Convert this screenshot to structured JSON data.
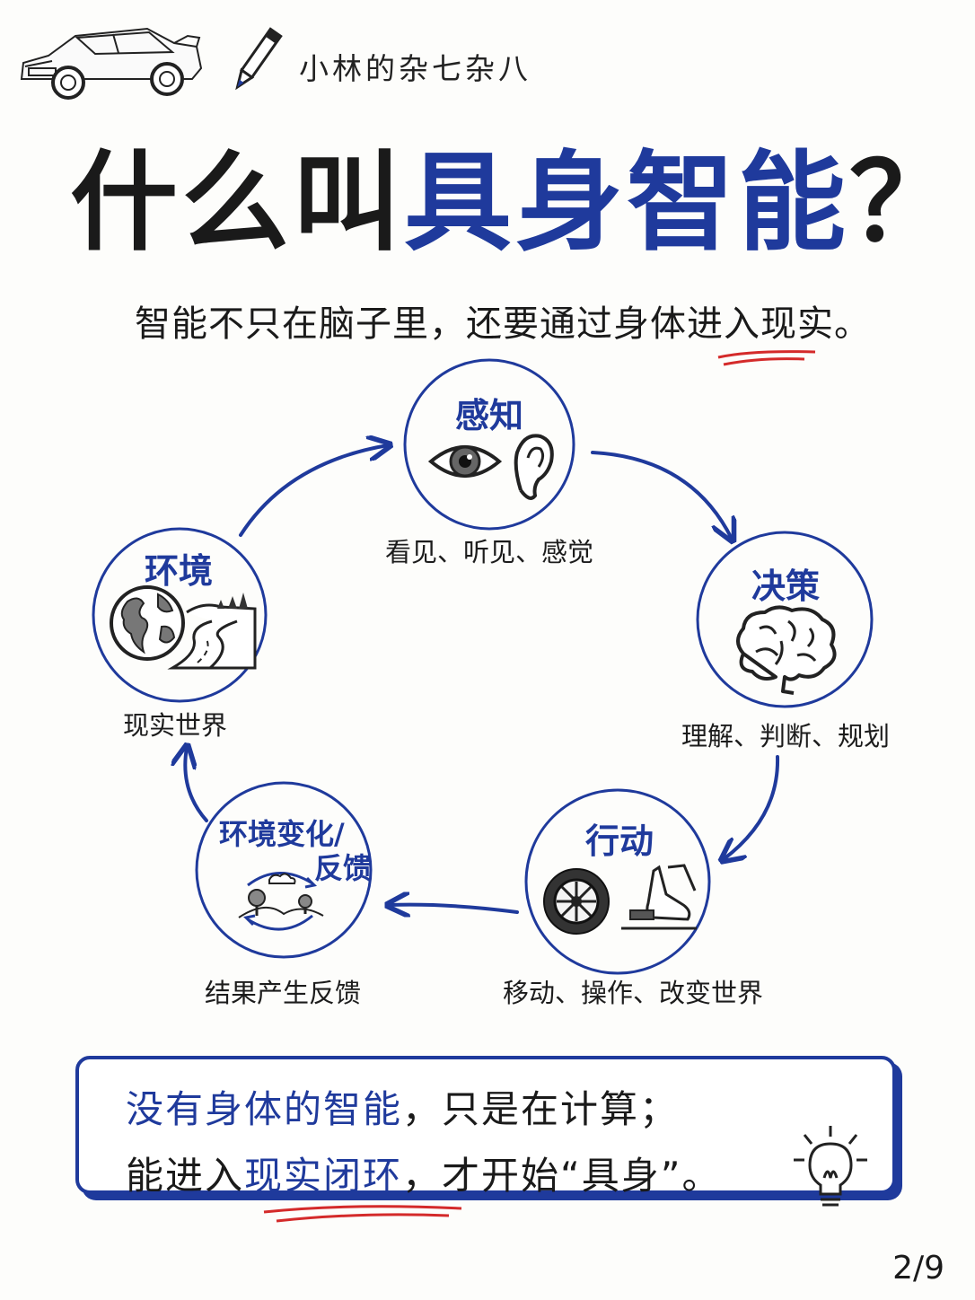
{
  "header": {
    "brand": "小林的杂七杂八",
    "car_icon": "car-icon",
    "pen_icon": "pen-icon"
  },
  "title": {
    "prefix": "什么叫",
    "highlight": "具身智能",
    "suffix": "？"
  },
  "subtitle": {
    "before": "智能不只在脑子里，还要通过身体",
    "emph": "进入",
    "after": "现实。"
  },
  "cycle": {
    "perception": {
      "title": "感知",
      "caption": "看见、听见、感觉",
      "icons": [
        "eye-icon",
        "ear-icon"
      ]
    },
    "decision": {
      "title": "决策",
      "caption": "理解、判断、规划",
      "icons": [
        "brain-icon"
      ]
    },
    "action": {
      "title": "行动",
      "caption": "移动、操作、改变世界",
      "icons": [
        "wheel-icon",
        "foot-pedal-icon"
      ]
    },
    "feedback": {
      "title_line1": "环境变化/",
      "title_line2": "反馈",
      "caption": "结果产生反馈",
      "icons": [
        "cycle-landscape-icon"
      ]
    },
    "environment": {
      "title": "环境",
      "caption": "现实世界",
      "icons": [
        "globe-road-icon"
      ]
    }
  },
  "box": {
    "line1_emph": "没有身体的智能",
    "line1_rest": "，只是在计算；",
    "line2_pre": "能进入",
    "line2_emph": "现实闭环",
    "line2_rest": "，才开始“具身”。",
    "icon": "lightbulb-icon"
  },
  "page_indicator": "2/9",
  "colors": {
    "accent": "#1f3a9c",
    "underline": "#d42a2a",
    "ink": "#1a1a1a"
  }
}
